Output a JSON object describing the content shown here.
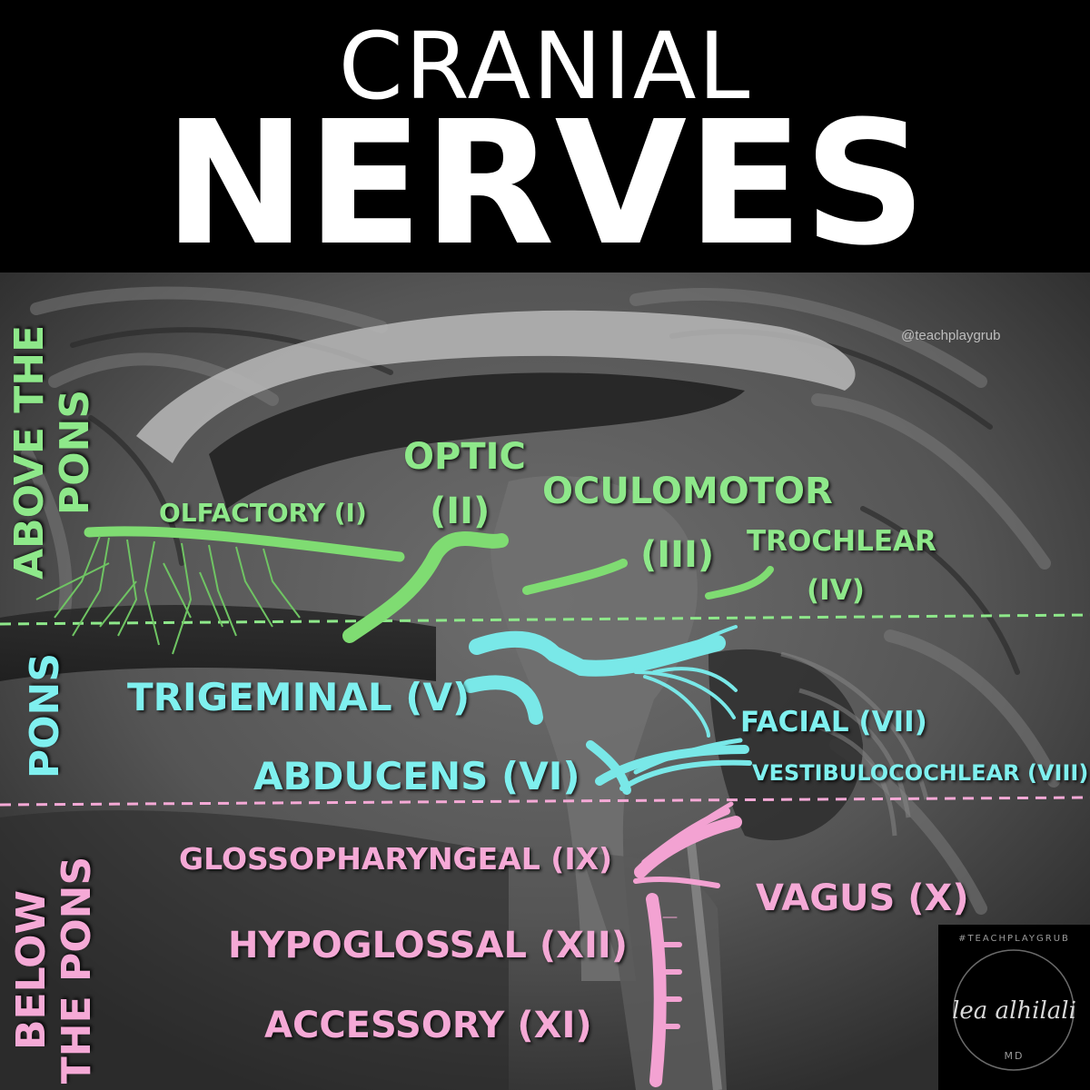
{
  "title": {
    "line1": "CRANIAL",
    "line2": "NERVES"
  },
  "watermark": "@teachplaygrub",
  "colors": {
    "above_pons": "#8ee88a",
    "pons": "#7ff0ef",
    "below_pons": "#f5a9d6",
    "background": "#000000"
  },
  "sections": {
    "above": {
      "line1": "ABOVE THE",
      "line2": "PONS"
    },
    "pons": {
      "label": "PONS"
    },
    "below": {
      "line1": "BELOW",
      "line2": "THE PONS"
    }
  },
  "nerves": {
    "olfactory": "OLFACTORY (I)",
    "optic_line1": "OPTIC",
    "optic_line2": "(II)",
    "oculomotor_line1": "OCULOMOTOR",
    "oculomotor_line2": "(III)",
    "trochlear_line1": "TROCHLEAR",
    "trochlear_line2": "(IV)",
    "trigeminal": "TRIGEMINAL (V)",
    "abducens": "ABDUCENS (VI)",
    "facial": "FACIAL (VII)",
    "vestibulocochlear": "VESTIBULOCOCHLEAR (VIII)",
    "glossopharyngeal": "GLOSSOPHARYNGEAL (IX)",
    "vagus": "VAGUS (X)",
    "accessory": "ACCESSORY (XI)",
    "hypoglossal": "HYPOGLOSSAL (XII)"
  },
  "logo": {
    "handle": "#TEACHPLAYGRUB",
    "signature": "lea alhilali",
    "credential": "MD"
  }
}
